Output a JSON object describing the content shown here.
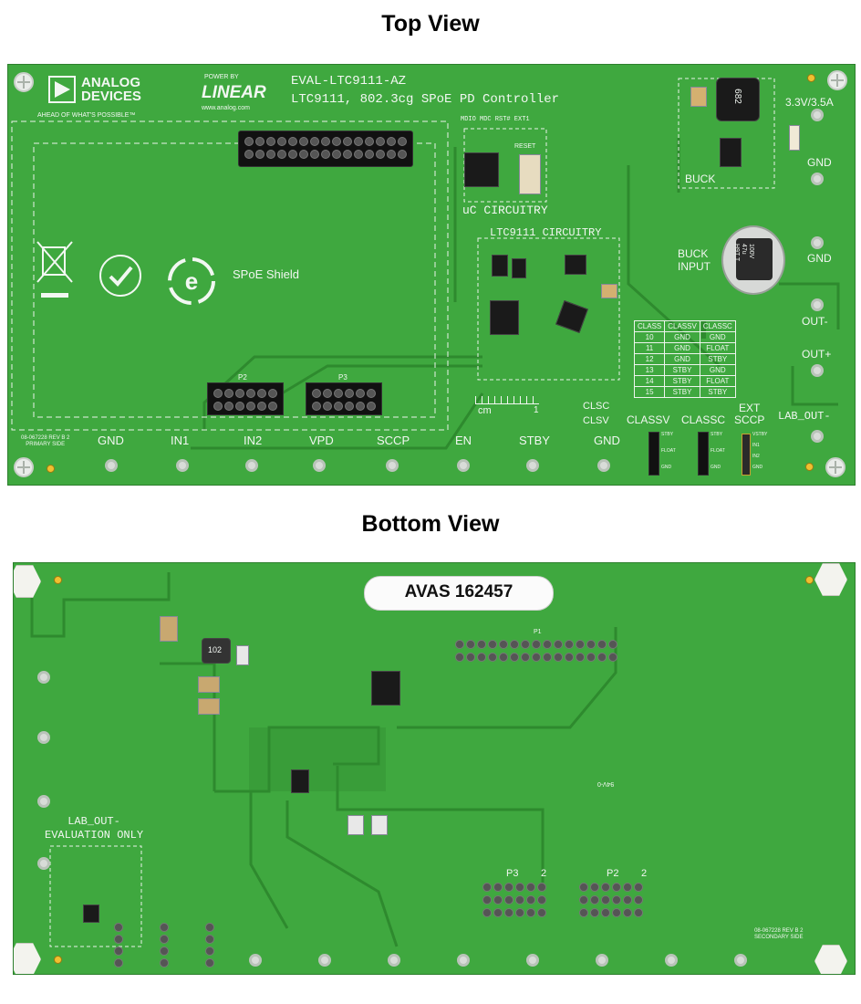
{
  "top_view": {
    "heading": "Top View",
    "logo_analog": "ANALOG\nDEVICES",
    "logo_tagline": "AHEAD OF WHAT'S POSSIBLE™",
    "logo_power_by": "POWER BY",
    "logo_linear": "LINEAR",
    "website": "www.analog.com",
    "board_name": "EVAL-LTC9111-AZ",
    "board_desc": "LTC9111, 802.3cg SPoE PD Controller",
    "shield_label": "SPoE Shield",
    "uc_label": "uC CIRCUITRY",
    "ltc_label": "LTC9111 CIRCUITRY",
    "uc_pins": "MDIO MDC RST# EXT1",
    "reset_label": "RESET",
    "voltage_label": "3.3V/3.5A",
    "inductor_marking": "682",
    "buck_label": "BUCK",
    "buck_input_label": "BUCK\nINPUT",
    "cap_marking": "100V\n47u\nH9T T",
    "gnd_right_1": "GND",
    "gnd_right_2": "GND",
    "out_minus": "OUT-",
    "out_plus": "OUT+",
    "lab_out": "LAB_OUT-",
    "cm_label": "cm",
    "cm_one": "1",
    "clsc": "CLSC",
    "clsv": "CLSV",
    "classv": "CLASSV",
    "classc": "CLASSC",
    "ext_sccp": "EXT\nSCCP",
    "jumper_labels_v": [
      "STBY",
      "FLOAT",
      "GND"
    ],
    "jumper_labels_ext": [
      "VSTBY",
      "IN1",
      "IN2",
      "GND"
    ],
    "rev_label": "08-067228 REV B 2\nPRIMARY SIDE",
    "p2": "P2",
    "p3": "P3",
    "bottom_pads": [
      "GND",
      "IN1",
      "IN2",
      "VPD",
      "SCCP",
      "EN",
      "STBY",
      "GND"
    ],
    "class_table": {
      "headers": [
        "CLASS",
        "CLASSV",
        "CLASSC"
      ],
      "rows": [
        [
          "10",
          "GND",
          "GND"
        ],
        [
          "11",
          "GND",
          "FLOAT"
        ],
        [
          "12",
          "GND",
          "STBY"
        ],
        [
          "13",
          "STBY",
          "GND"
        ],
        [
          "14",
          "STBY",
          "FLOAT"
        ],
        [
          "15",
          "STBY",
          "STBY"
        ]
      ]
    }
  },
  "bottom_view": {
    "heading": "Bottom View",
    "asset_tag": "AVAS 162457",
    "lab_out_label": "LAB_OUT-\nEVALUATION ONLY",
    "inductor_marking": "102",
    "p3": "P3",
    "p3_two": "2",
    "p2": "P2",
    "p2_two": "2",
    "p1": "P1",
    "rev_label": "08-067228 REV B 2\nSECONDARY SIDE",
    "ul_mark": "94V-0"
  },
  "colors": {
    "pcb_green": "#3fa83f",
    "silkscreen": "#f2f7f2",
    "trace": "#2e8a2e"
  }
}
